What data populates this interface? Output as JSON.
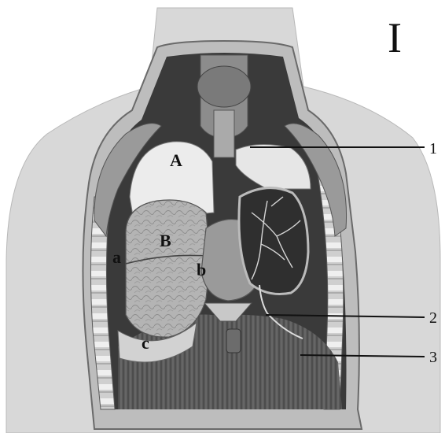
{
  "figure": {
    "panel_label": "I",
    "letters": {
      "A": "A",
      "B": "B",
      "a": "a",
      "b": "b",
      "c": "c"
    },
    "callouts": [
      {
        "number": "1"
      },
      {
        "number": "2"
      },
      {
        "number": "3"
      }
    ]
  },
  "colors": {
    "skin": "#d8d8d8",
    "cavity": "#3a3a3a",
    "pleura": "#ececec",
    "lung": "#b4b4b4",
    "heart": "#9a9a9a",
    "muscle": "#5c5c5c",
    "ink": "#111111"
  }
}
